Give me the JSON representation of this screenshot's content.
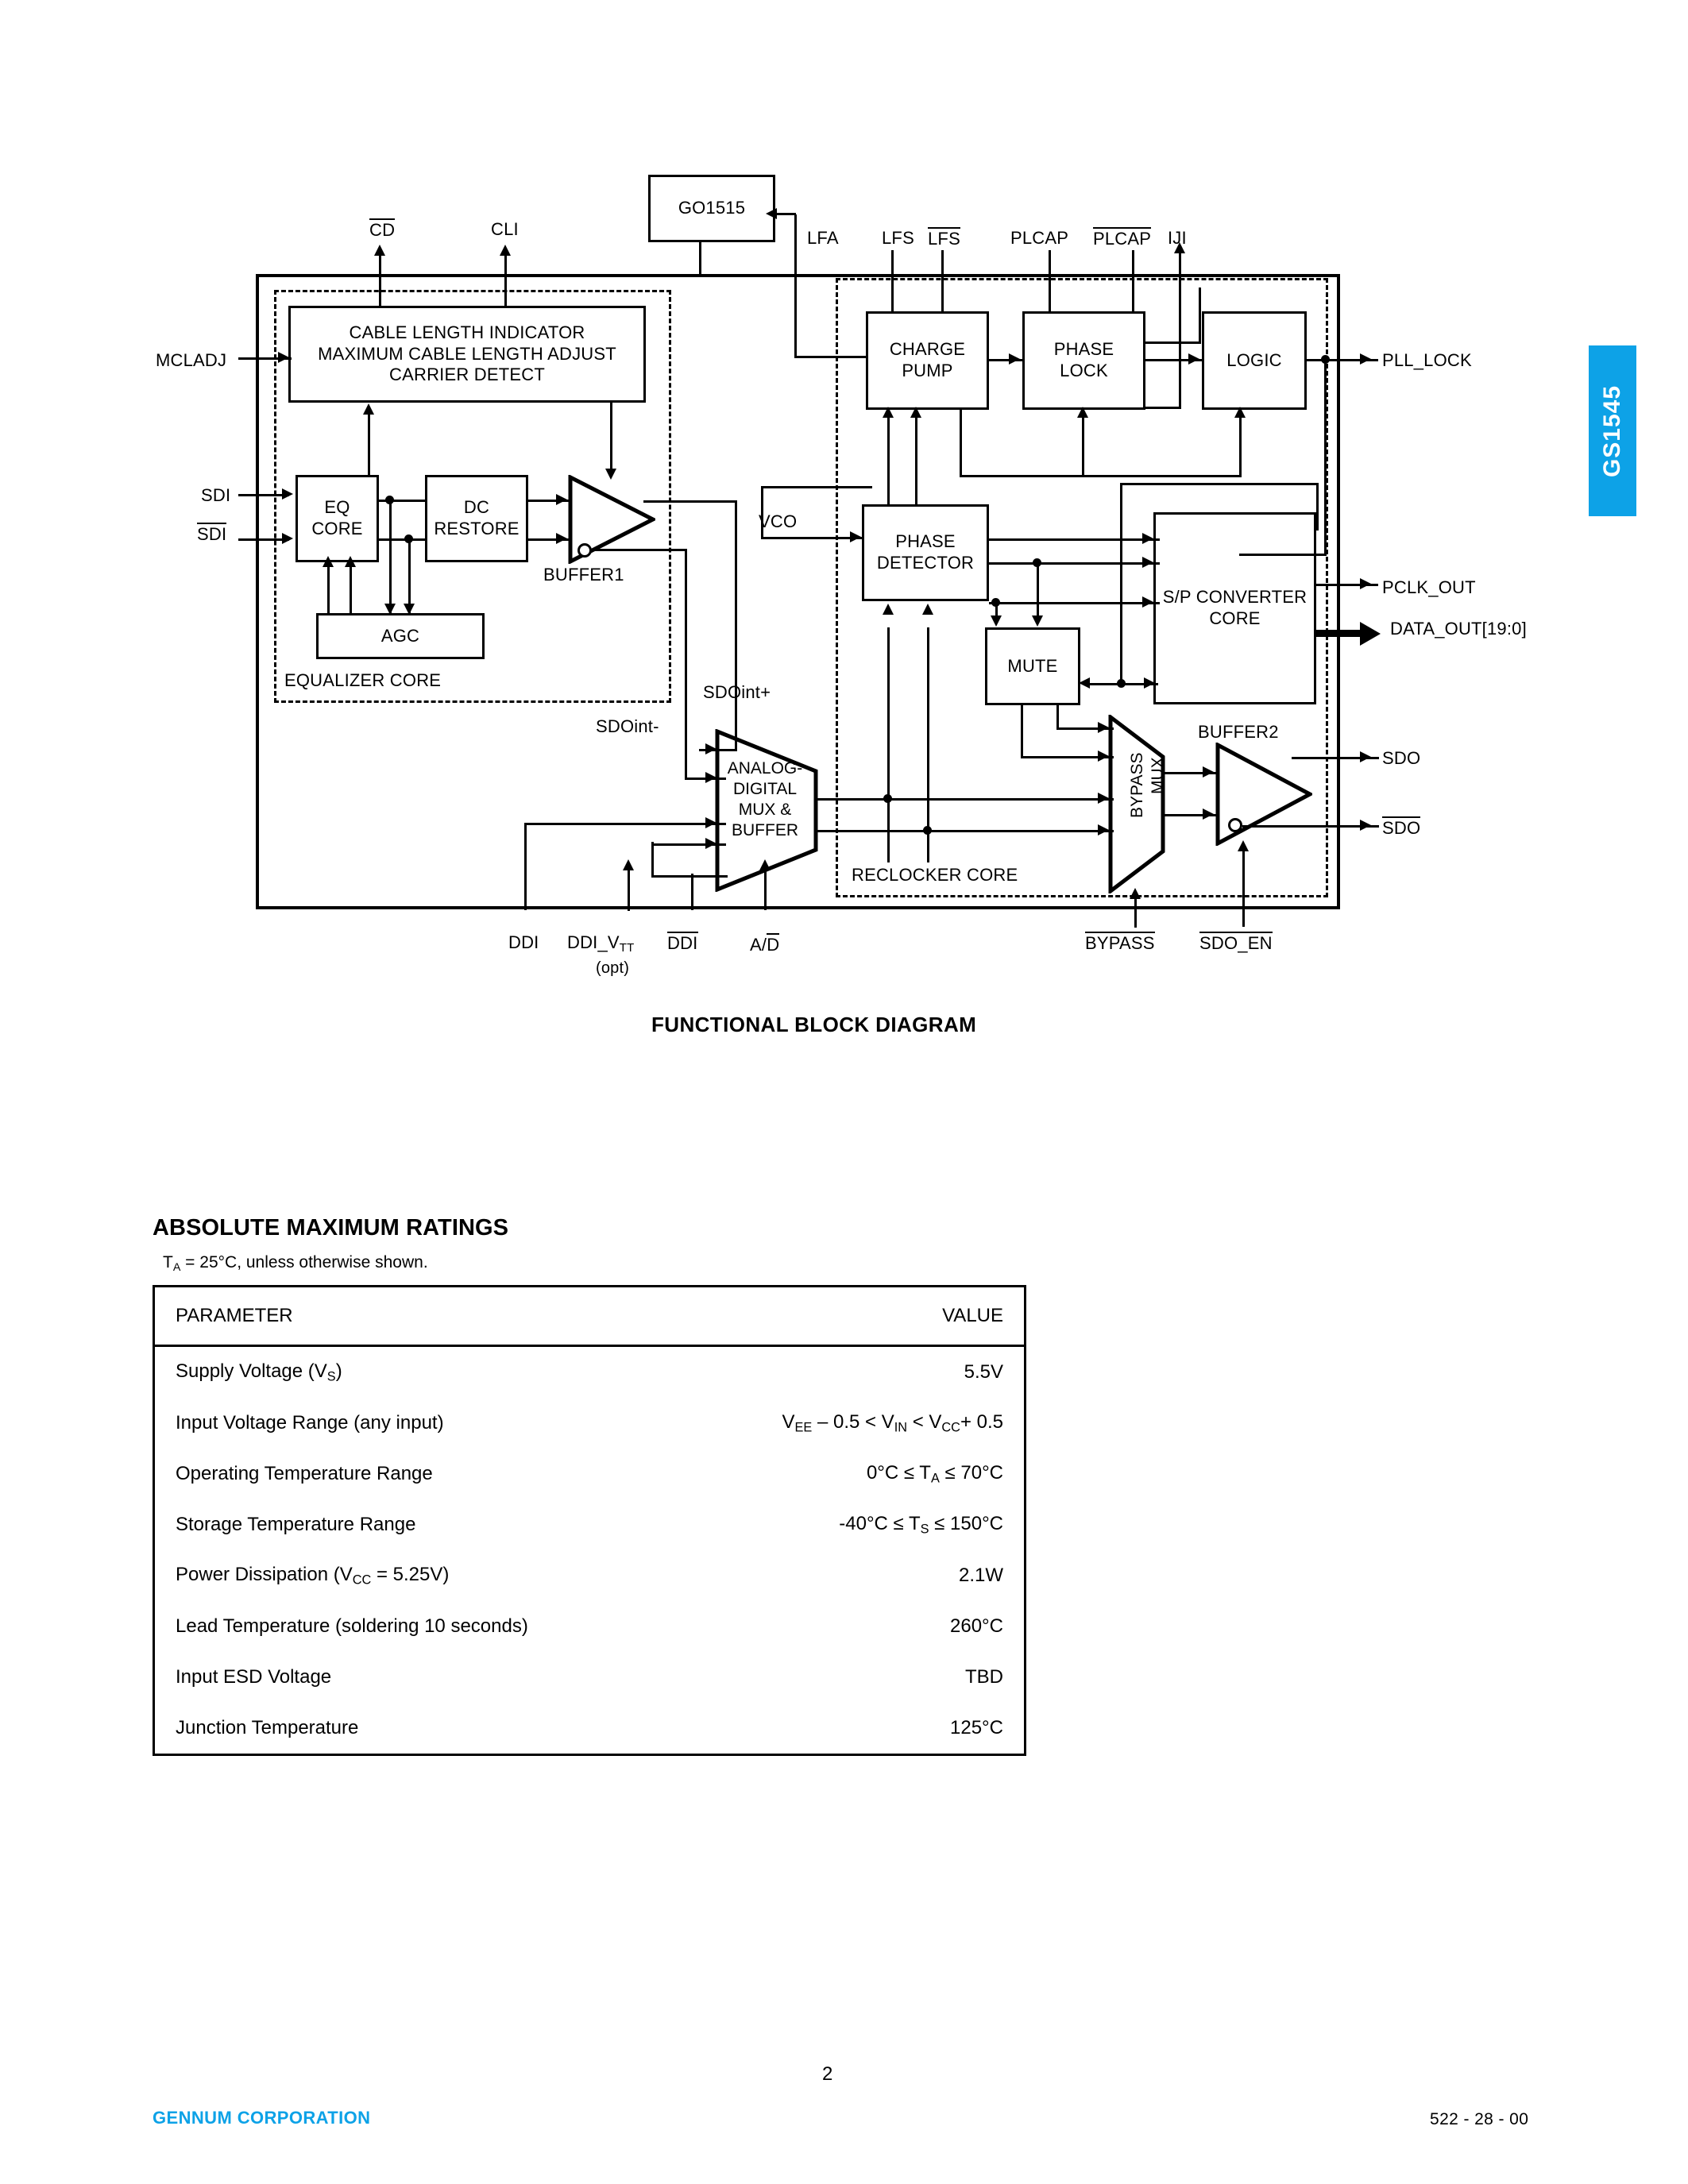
{
  "page": {
    "number": "2",
    "side_tab_label": "GS1545"
  },
  "diagram": {
    "caption": "FUNCTIONAL BLOCK DIAGRAM",
    "blocks": {
      "go1515": "GO1515",
      "cable_length": [
        "CABLE LENGTH INDICATOR",
        "MAXIMUM CABLE LENGTH ADJUST",
        "CARRIER DETECT"
      ],
      "eq_core": [
        "EQ",
        "CORE"
      ],
      "dc_restore": [
        "DC",
        "RESTORE"
      ],
      "agc": "AGC",
      "charge_pump": [
        "CHARGE",
        "PUMP"
      ],
      "phase_lock": [
        "PHASE",
        "LOCK"
      ],
      "logic": "LOGIC",
      "phase_detector": [
        "PHASE",
        "DETECTOR"
      ],
      "mute": "MUTE",
      "sp_converter": [
        "S/P CONVERTER",
        "CORE"
      ],
      "ad_mux": [
        "ANALOG-",
        "DIGITAL",
        "MUX &",
        "BUFFER"
      ],
      "bypass_mux": [
        "BYPASS",
        "MUX"
      ],
      "buffer1": "BUFFER1",
      "buffer2": "BUFFER2"
    },
    "group_labels": {
      "equalizer_core": "EQUALIZER CORE",
      "reclocker_core": "RECLOCKER CORE"
    },
    "internal_labels": {
      "vco": "VCO",
      "sdoint_plus": "SDOint+",
      "sdoint_minus": "SDOint-"
    },
    "pins_top": [
      {
        "label": "CD",
        "overline": true
      },
      {
        "label": "CLI",
        "overline": false
      },
      {
        "label": "LFA",
        "overline": false
      },
      {
        "label": "LFS",
        "overline": false
      },
      {
        "label": "LFS",
        "overline": true
      },
      {
        "label": "PLCAP",
        "overline": false
      },
      {
        "label": "PLCAP",
        "overline": true
      },
      {
        "label": "IJI",
        "overline": false
      }
    ],
    "pins_left": [
      {
        "label": "MCLADJ",
        "overline": false
      },
      {
        "label": "SDI",
        "overline": false
      },
      {
        "label": "SDI",
        "overline": true
      }
    ],
    "pins_right": [
      {
        "label": "PLL_LOCK",
        "overline": false
      },
      {
        "label": "PCLK_OUT",
        "overline": false
      },
      {
        "label": "DATA_OUT[19:0]",
        "overline": false
      },
      {
        "label": "SDO",
        "overline": false
      },
      {
        "label": "SDO",
        "overline": true
      }
    ],
    "pins_bottom": [
      {
        "label": "DDI",
        "overline": false,
        "sub": ""
      },
      {
        "label": "DDI_V",
        "overline": false,
        "sub": "TT",
        "note": "(opt)"
      },
      {
        "label": "DDI",
        "overline": true,
        "sub": ""
      },
      {
        "label": "A/D",
        "overline": false,
        "sub": "",
        "overline_partial": "D"
      },
      {
        "label": "BYPASS",
        "overline": true,
        "sub": ""
      },
      {
        "label": "SDO_EN",
        "overline": true,
        "sub": ""
      }
    ]
  },
  "ratings": {
    "title": "ABSOLUTE MAXIMUM RATINGS",
    "subtitle_prefix": "T",
    "subtitle_sub": "A",
    "subtitle_rest": " = 25°C, unless otherwise shown.",
    "columns": [
      "PARAMETER",
      "VALUE"
    ],
    "rows": [
      {
        "parameter": "Supply Voltage (Vₛ)",
        "parameter_plain": "Supply Voltage (VS)",
        "value": "5.5V"
      },
      {
        "parameter": "Input Voltage Range (any input)",
        "parameter_plain": "Input Voltage Range (any input)",
        "value": "VEE – 0.5 < VIN < VCC+ 0.5"
      },
      {
        "parameter": "Operating Temperature Range",
        "parameter_plain": "Operating Temperature Range",
        "value": "0°C ≤ TA ≤ 70°C"
      },
      {
        "parameter": "Storage Temperature Range",
        "parameter_plain": "Storage Temperature Range",
        "value": "-40°C ≤ TS ≤ 150°C"
      },
      {
        "parameter": "Power Dissipation (VCC = 5.25V)",
        "parameter_plain": "Power Dissipation (VCC = 5.25V)",
        "value": "2.1W"
      },
      {
        "parameter": "Lead Temperature (soldering 10 seconds)",
        "parameter_plain": "Lead Temperature (soldering 10 seconds)",
        "value": "260°C"
      },
      {
        "parameter": "Input ESD Voltage",
        "parameter_plain": "Input ESD Voltage",
        "value": "TBD"
      },
      {
        "parameter": "Junction Temperature",
        "parameter_plain": "Junction Temperature",
        "value": "125°C"
      }
    ]
  },
  "footer": {
    "company": "GENNUM CORPORATION",
    "doc_number": "522 - 28 - 00"
  },
  "colors": {
    "brand": "#0da2e7",
    "line": "#000000",
    "background": "#ffffff"
  }
}
